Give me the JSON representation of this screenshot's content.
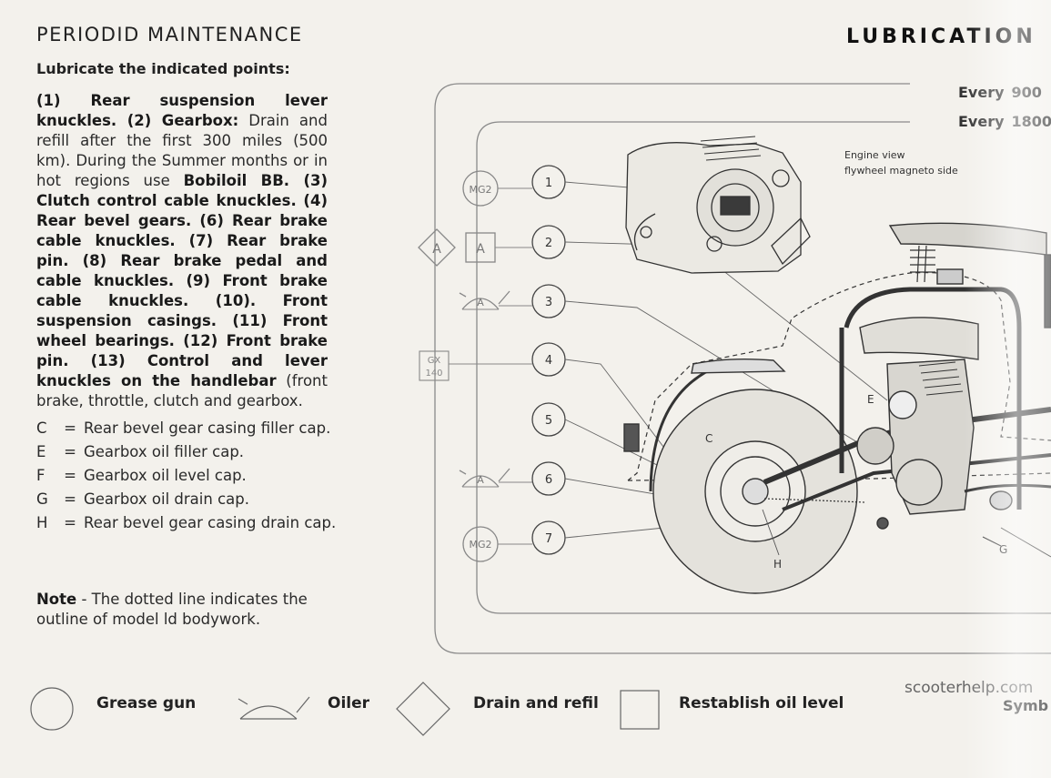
{
  "header": {
    "title": "PERIODID MAINTENANCE",
    "section": "LUBRICATION"
  },
  "instruction": "Lubricate the indicated points:",
  "paragraph": [
    {
      "b": true,
      "t": "(1) Rear suspension lever knuckles. (2) Gearbox:"
    },
    {
      "b": false,
      "t": " Drain and refill after the first 300 miles (500 km). During the Summer months or in hot regions use "
    },
    {
      "b": true,
      "t": "Bobiloil BB. (3) Clutch control cable knuckles. (4) Rear bevel gears. (6) Rear brake cable knuckles. (7) Rear brake pin. (8) Rear brake pedal and cable knuckles. (9) Front brake cable knuckles. (10). Front suspension casings. (11) Front wheel bearings. (12) Front brake pin. (13) Control and lever knuckles on the handlebar"
    },
    {
      "b": false,
      "t": " (front brake, throttle, clutch and gearbox."
    }
  ],
  "legend": [
    {
      "key": "C",
      "eq": "=",
      "desc": "Rear bevel gear casing filler cap."
    },
    {
      "key": "E",
      "eq": "=",
      "desc": "Gearbox oil filler cap."
    },
    {
      "key": "F",
      "eq": "=",
      "desc": "Gearbox oil level cap."
    },
    {
      "key": "G",
      "eq": "=",
      "desc": "Gearbox oil drain cap."
    },
    {
      "key": "H",
      "eq": "=",
      "desc": "Rear bevel gear casing drain cap."
    }
  ],
  "note": {
    "label": "Note",
    "text": " - The dotted line indicates the outline of model ld bodywork."
  },
  "intervals": [
    {
      "label": "Every",
      "num": "900"
    },
    {
      "label": "Every",
      "num": "1800"
    }
  ],
  "engine_caption": [
    "Engine view",
    "flywheel magneto side"
  ],
  "diagram": {
    "points": [
      "1",
      "2",
      "3",
      "4",
      "5",
      "6",
      "7"
    ],
    "sym_A": "A",
    "mg2": "MG2",
    "gx_top": "GX",
    "gx_bottom": "140",
    "parts": {
      "C": "C",
      "E": "E",
      "G": "G",
      "H": "H"
    }
  },
  "symbols": {
    "grease": "Grease gun",
    "oiler": "Oiler",
    "drain": "Drain and refil",
    "oil_level": "Restablish oil level",
    "symb": "Symb"
  },
  "watermark": "scooterhelp.com"
}
